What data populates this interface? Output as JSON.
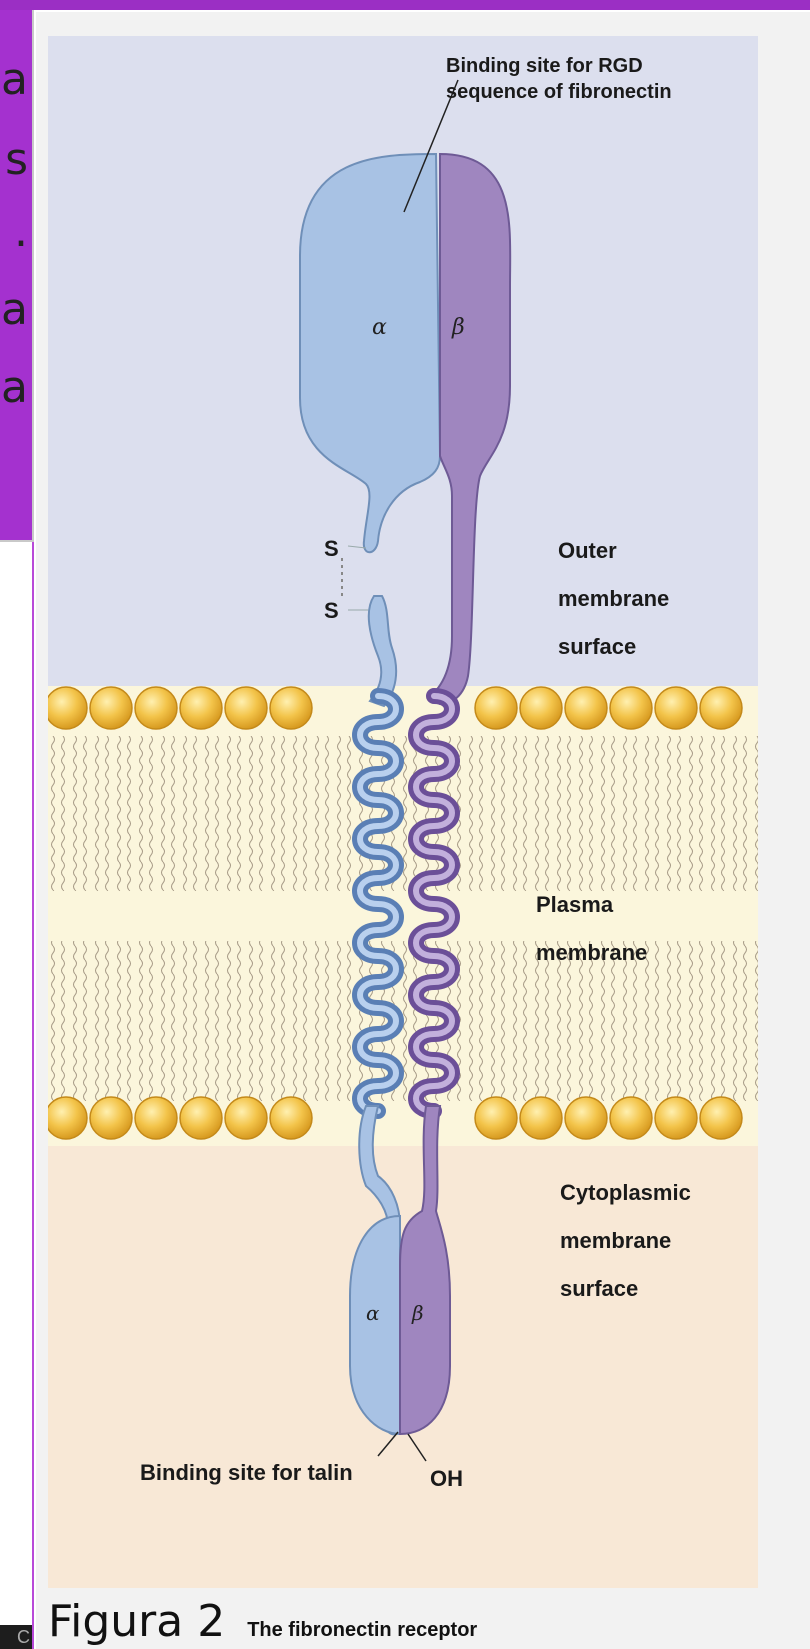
{
  "left_panel": {
    "text_fragments": [
      "a",
      "s",
      ".",
      "a",
      "a"
    ],
    "corner_glyph": "C"
  },
  "diagram": {
    "labels": {
      "rgd_line1": "Binding site for RGD",
      "rgd_line2": "sequence of fibronectin",
      "alpha_top": "α",
      "beta_top": "β",
      "s_upper": "S",
      "s_lower": "S",
      "outer_line1": "Outer",
      "outer_line2": "membrane",
      "outer_line3": "surface",
      "plasma_line1": "Plasma",
      "plasma_line2": "membrane",
      "cyto_line1": "Cytoplasmic",
      "cyto_line2": "membrane",
      "cyto_line3": "surface",
      "alpha_bottom": "α",
      "beta_bottom": "β",
      "talin": "Binding site for talin",
      "oh": "OH"
    },
    "colors": {
      "alpha_subunit": "#a8c2e4",
      "beta_subunit": "#9f86bf",
      "extracellular": "#dcdfee",
      "membrane_core": "#fbf6dc",
      "cytoplasm": "#f8e8d6",
      "lipid_head": "#f2c550"
    }
  },
  "caption": {
    "figure_label": "Figura 2",
    "figure_title": "The fibronectin receptor"
  }
}
